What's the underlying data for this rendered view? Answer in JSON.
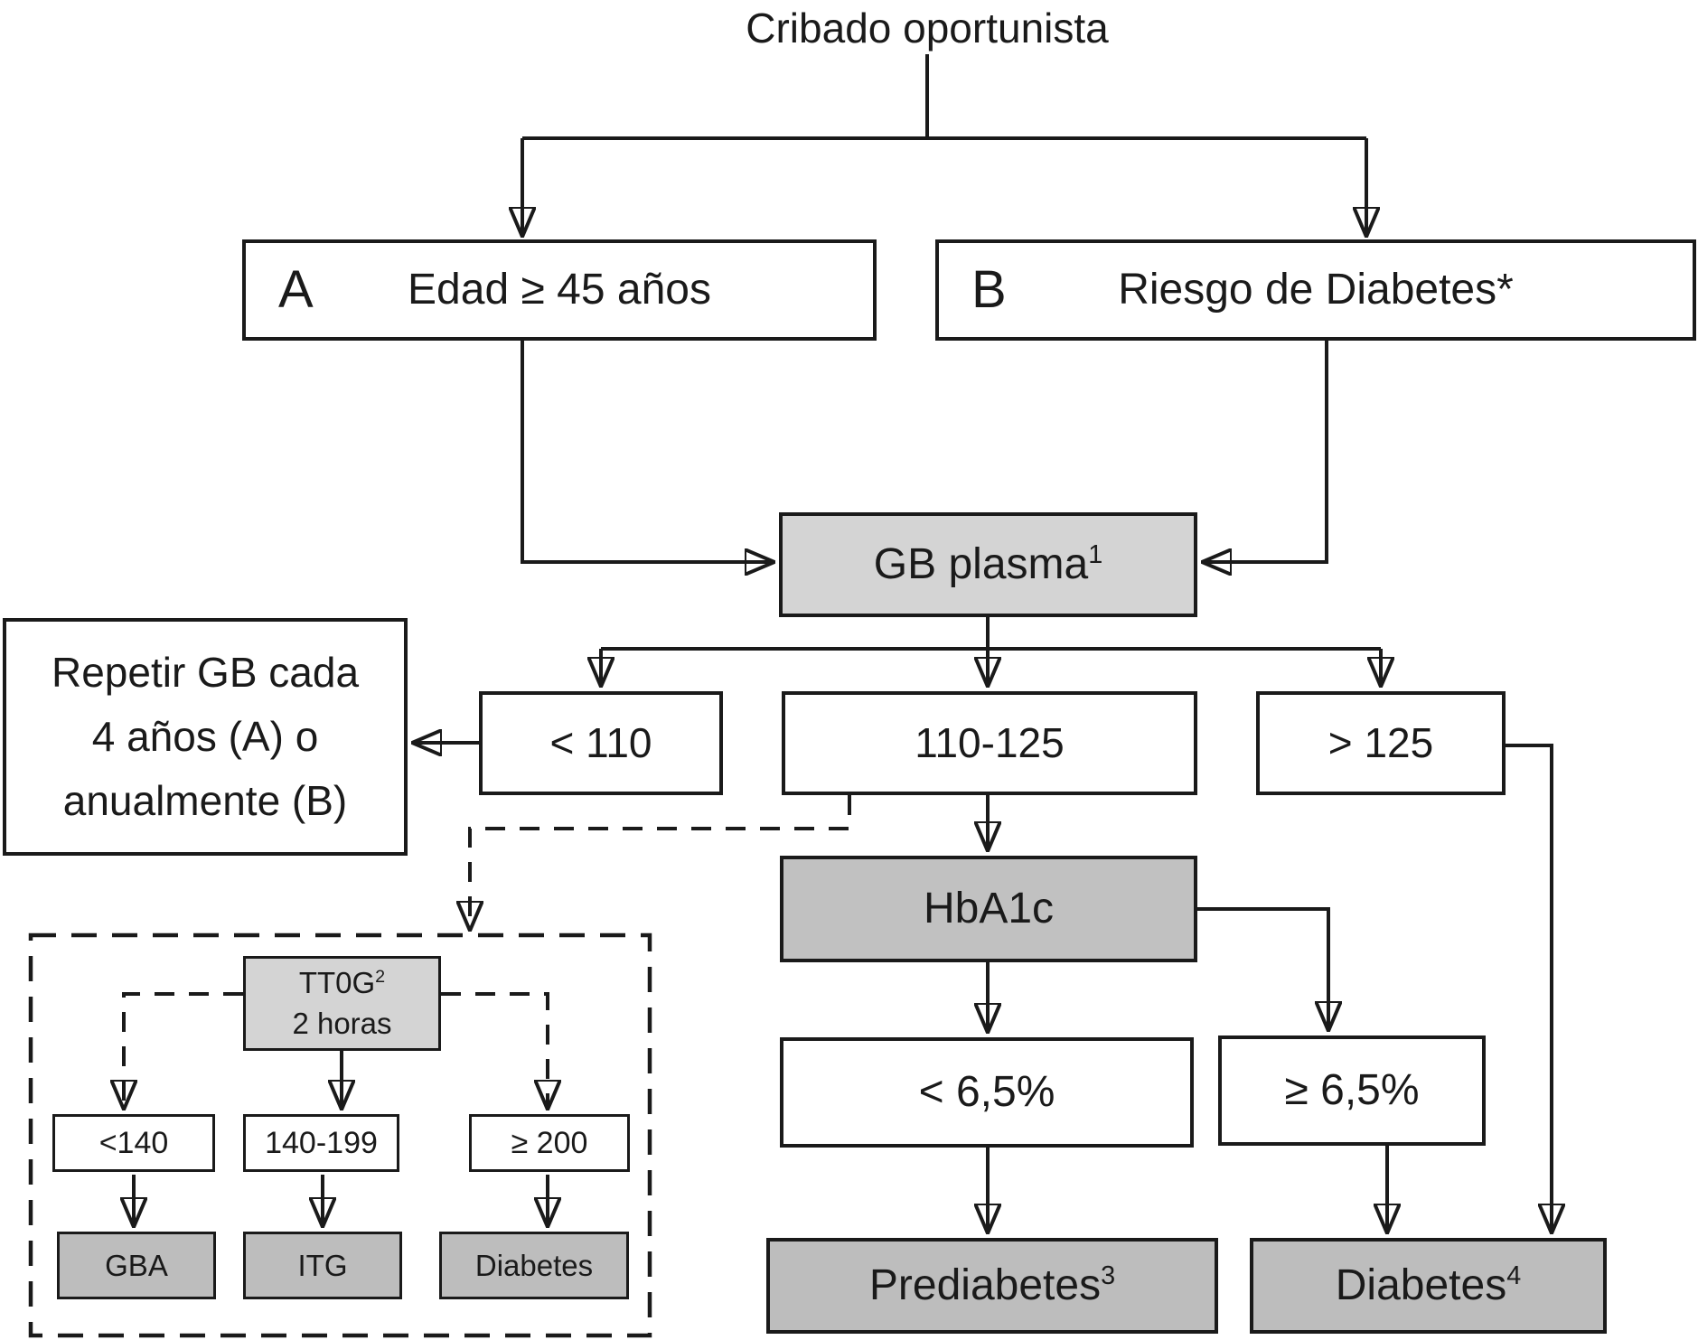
{
  "title": "Cribado oportunista",
  "colors": {
    "line": "#1a1a1a",
    "box_light_gray": "#d4d4d4",
    "box_mid_gray": "#c1c1c1",
    "box_dark_gray": "#bdbdbd",
    "background": "#ffffff"
  },
  "nodes": {
    "edad": {
      "tag": "A",
      "label": "Edad ≥ 45 años"
    },
    "riesgo": {
      "tag": "B",
      "label": "Riesgo de Diabetes*"
    },
    "gb_plasma": {
      "label": "GB plasma",
      "sup": "1"
    },
    "repetir": {
      "lines": [
        "Repetir GB cada",
        "4 años (A) o",
        "anualmente (B)"
      ]
    },
    "lt110": {
      "label": "< 110"
    },
    "b110_125": {
      "label": "110-125"
    },
    "gt125": {
      "label": "> 125"
    },
    "hba1c": {
      "label": "HbA1c"
    },
    "lt65": {
      "label": "< 6,5%"
    },
    "ge65": {
      "label": "≥ 6,5%"
    },
    "prediabetes": {
      "label": "Prediabetes",
      "sup": "3"
    },
    "diabetes": {
      "label": "Diabetes",
      "sup": "4"
    },
    "ttog": {
      "label": "TT0G",
      "sup": "2",
      "line2": "2 horas"
    },
    "lt140": {
      "label": "<140"
    },
    "b140_199": {
      "label": "140-199"
    },
    "ge200": {
      "label": "≥ 200"
    },
    "gba": {
      "label": "GBA"
    },
    "itg": {
      "label": "ITG"
    },
    "diabetes_ttog": {
      "label": "Diabetes"
    }
  }
}
